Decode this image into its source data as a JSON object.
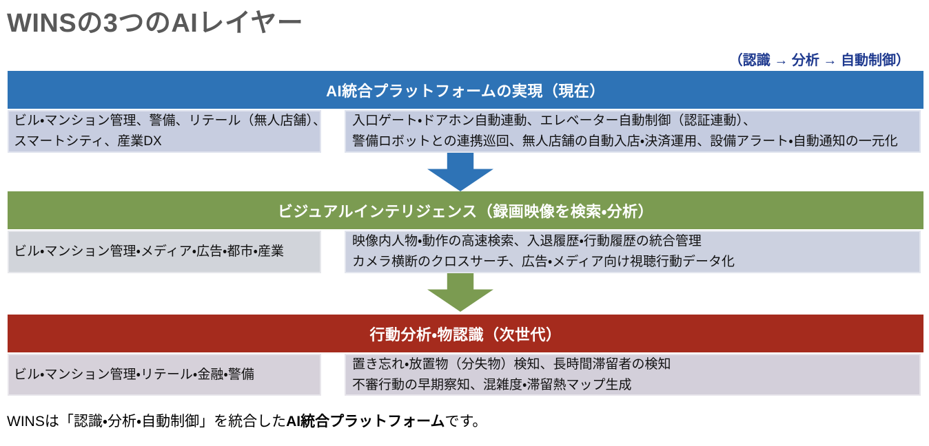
{
  "header": {
    "title": "WINSの3つのAIレイヤー",
    "title_color": "#595959",
    "flow_note": "（認識 → 分析 → 自動制御）",
    "flow_note_color": "#1F3A8F"
  },
  "layers": [
    {
      "name": "ai-platform",
      "banner_label": "AI統合プラットフォームの実現（現在）",
      "banner_color": "#2E73B6",
      "left_cell_bg": "#C7CDE0",
      "right_cell_bg": "#C5CCE0",
      "left_lines": [
        "ビル・マンション管理、警備、リテール（無人店舗）、",
        "スマートシティ、産業DX"
      ],
      "right_lines": [
        "入口ゲート・ドアホン自動連動、エレベーター自動制御（認証連動）、",
        "警備ロボットとの連携巡回、無人店舗の自動入店・決済運用、設備アラート・自動通知の一元化"
      ],
      "arrow_to_next_color": "#2E73B6"
    },
    {
      "name": "visual-intelligence",
      "banner_label": "ビジュアルインテリジェンス（録画映像を検索・分析）",
      "banner_color": "#7B9B51",
      "left_cell_bg": "#D1D4DA",
      "right_cell_bg": "#CCD1E0",
      "left_lines": [
        "ビル・マンション管理・メディア・広告・都市・産業"
      ],
      "right_lines": [
        "映像内人物・動作の高速検索、入退履歴・行動履歴の統合管理",
        "カメラ横断のクロスサーチ、広告・メディア向け視聴行動データ化"
      ],
      "arrow_to_next_color": "#7B9B51"
    },
    {
      "name": "behavior-analysis",
      "banner_label": "行動分析・物認識（次世代）",
      "banner_color": "#A52B1D",
      "left_cell_bg": "#D6D1DA",
      "right_cell_bg": "#D3CFDA",
      "left_lines": [
        "ビル・マンション管理・リテール・金融・警備"
      ],
      "right_lines": [
        "置き忘れ・放置物（分失物）検知、長時間滞留者の検知",
        "不審行動の早期察知、混雑度・滞留熱マップ生成"
      ]
    }
  ],
  "footer": {
    "text_prefix": "WINSは「認識・分析・自動制御」を統合した",
    "text_bold": "AI統合プラットフォーム",
    "text_suffix": "です。"
  }
}
